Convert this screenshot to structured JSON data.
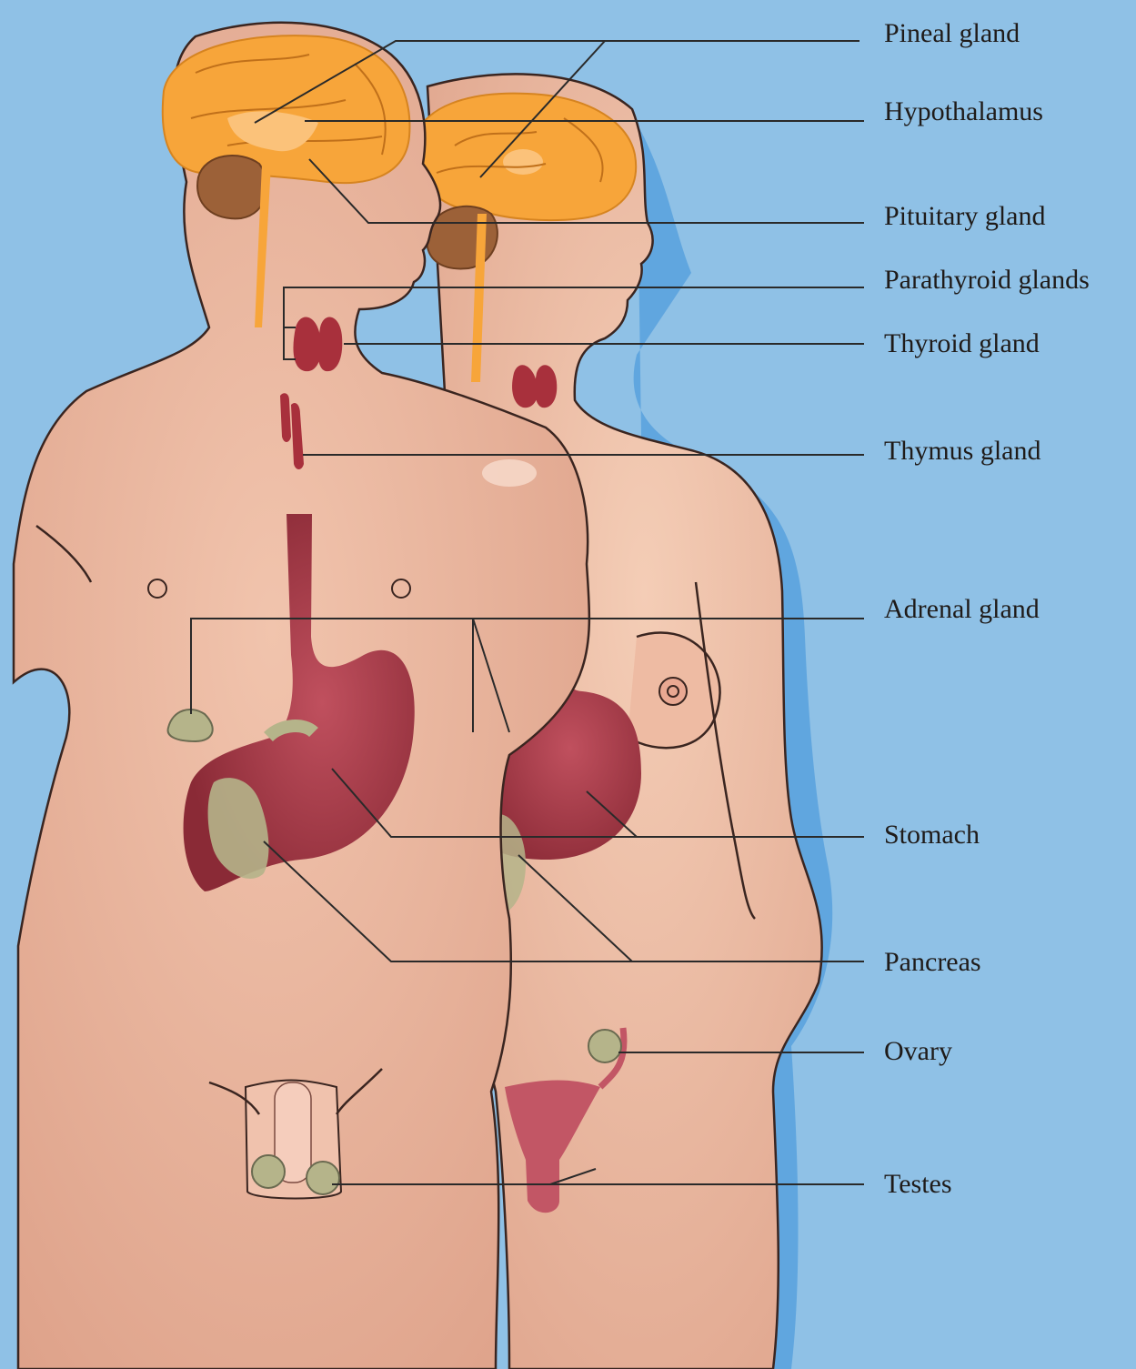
{
  "diagram": {
    "labels": [
      {
        "id": "pineal",
        "text": "Pineal gland"
      },
      {
        "id": "hypothalamus",
        "text": "Hypothalamus"
      },
      {
        "id": "pituitary",
        "text": "Pituitary gland"
      },
      {
        "id": "parathyroid",
        "text": "Parathyroid glands"
      },
      {
        "id": "thyroid",
        "text": "Thyroid gland"
      },
      {
        "id": "thymus",
        "text": "Thymus gland"
      },
      {
        "id": "adrenal",
        "text": "Adrenal gland"
      },
      {
        "id": "stomach",
        "text": "Stomach"
      },
      {
        "id": "pancreas",
        "text": "Pancreas"
      },
      {
        "id": "ovary",
        "text": "Ovary"
      },
      {
        "id": "testes",
        "text": "Testes"
      }
    ]
  },
  "colors": {
    "background": "#8fc1e6",
    "skin": "#e9b8a0",
    "skin_outline": "#3a2520",
    "brain": "#f7a53a",
    "cerebellum": "#9c6138",
    "stomach": "#94323f",
    "gland": "#b5b48a",
    "thyroid": "#a8303c",
    "leader_line": "#2a2a2a"
  }
}
